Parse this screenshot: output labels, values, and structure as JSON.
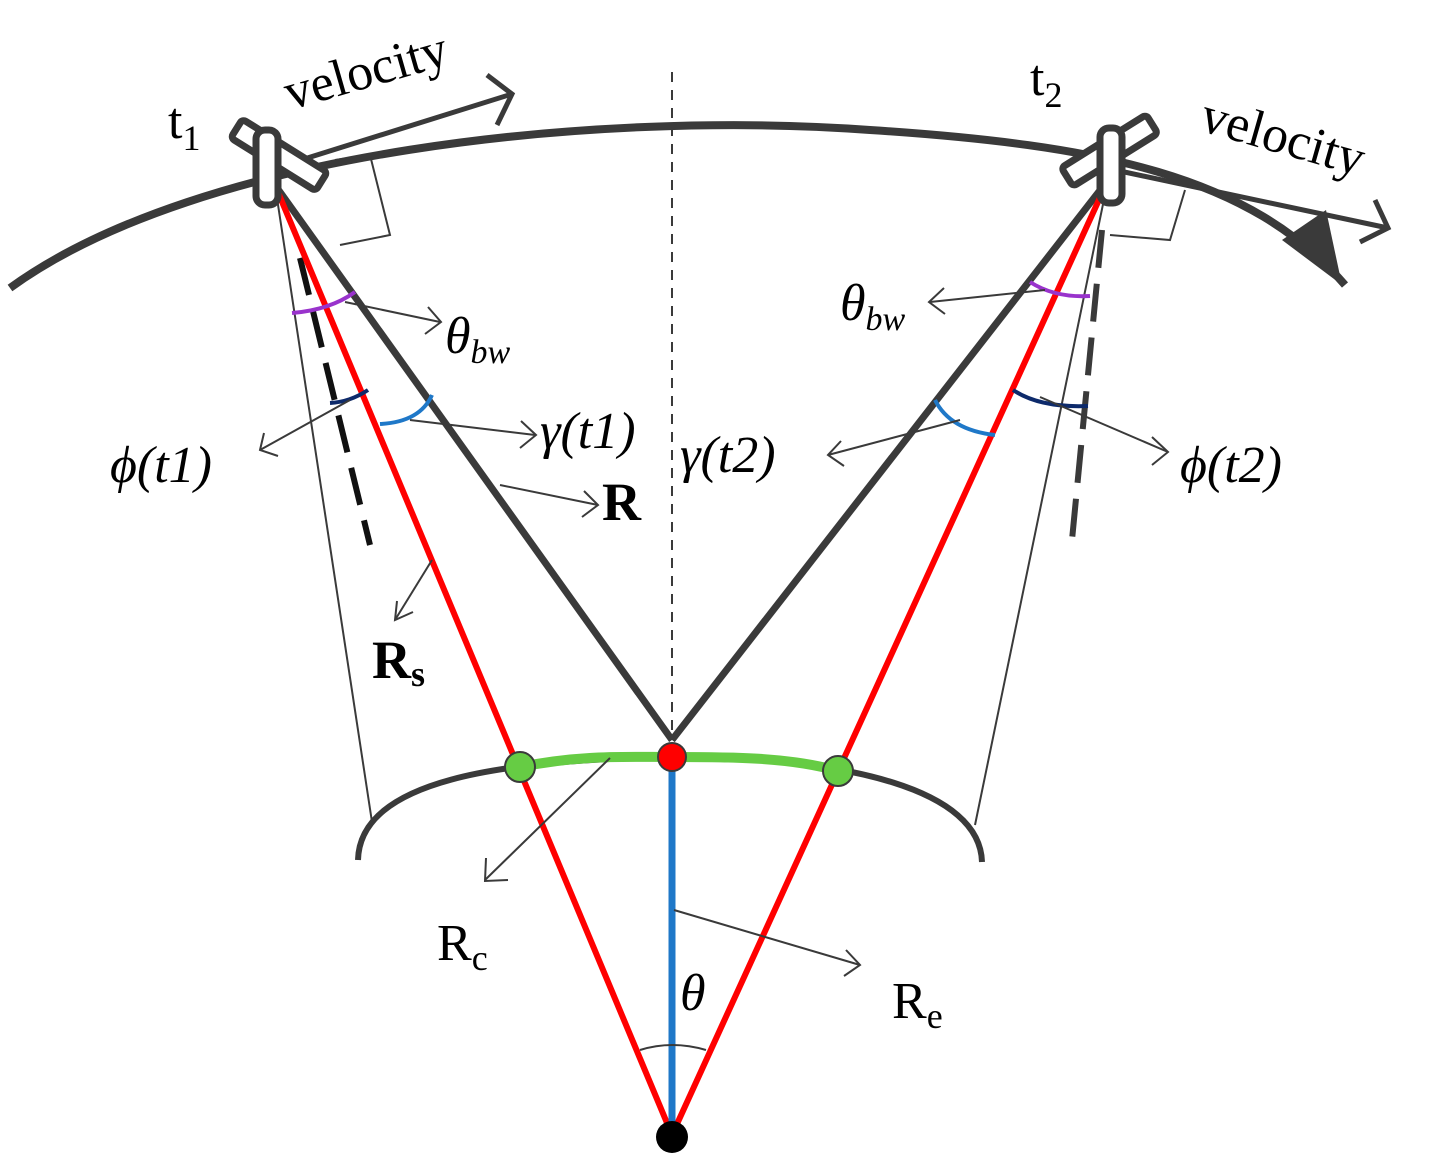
{
  "labels": {
    "t1": "t",
    "t1_sub": "1",
    "t2": "t",
    "t2_sub": "2",
    "velocity_1": "velocity",
    "velocity_2": "velocity",
    "theta_bw_1": "θ",
    "theta_bw_1_sub": "bw",
    "theta_bw_2": "θ",
    "theta_bw_2_sub": "bw",
    "phi_t1": "ϕ(t1)",
    "phi_t2": "ϕ(t2)",
    "gamma_t1": "γ(t1)",
    "gamma_t2": "γ(t2)",
    "R": "R",
    "Rs": "R",
    "Rs_sub": "s",
    "Rc": "R",
    "Rc_sub": "c",
    "Re": "R",
    "Re_sub": "e",
    "theta": "θ"
  },
  "colors": {
    "orbit": "#3a3a3a",
    "slant_line": "#ff0000",
    "earth_radius": "#1f78c8",
    "ground_track": "#66cc44",
    "beamwidth_arc": "#9933cc",
    "look_angle_arc": "#0d2a6b",
    "squint_arc": "#1f78c8"
  }
}
